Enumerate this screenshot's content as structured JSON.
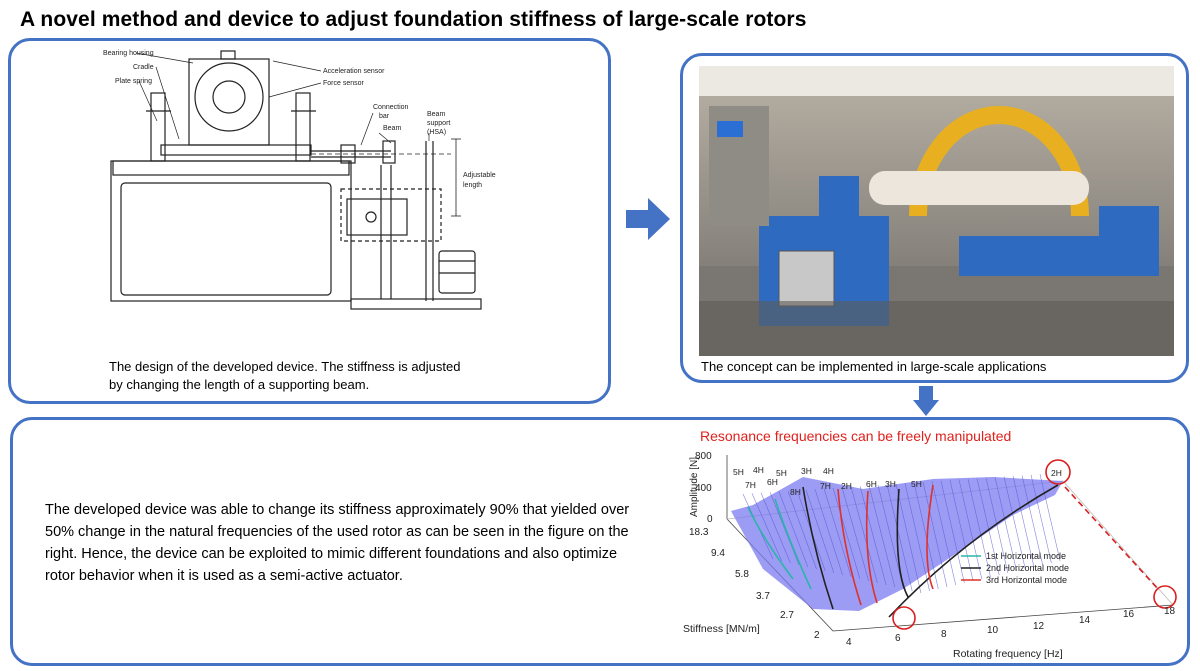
{
  "title": "A novel method and device to adjust foundation stiffness of large-scale rotors",
  "design_panel": {
    "labels": {
      "bearing_housing": "Bearing housing",
      "cradle": "Cradle",
      "plate_spring": "Plate spring",
      "acceleration_sensor": "Acceleration sensor",
      "force_sensor": "Force sensor",
      "connection_bar_1": "Connection",
      "connection_bar_2": "bar",
      "beam": "Beam",
      "beam_support_1": "Beam",
      "beam_support_2": "support",
      "beam_support_3": "(HSA)",
      "adjustable_length_1": "Adjustable",
      "adjustable_length_2": "length"
    },
    "caption_line1": "The design of the developed device. The stiffness is adjusted",
    "caption_line2": "by changing the length of a supporting beam."
  },
  "photo_panel": {
    "caption": "The concept can be implemented in large-scale applications"
  },
  "result_panel": {
    "text": "The developed device was able to change its stiffness approximately 90% that yielded over 50% change in the natural frequencies of the used rotor as can be seen in the figure on the right. Hence, the device can be exploited to mimic different foundations and also optimize rotor behavior when it is used as a semi-active actuator.",
    "chart_heading": "Resonance frequencies can be freely manipulated"
  },
  "chart_data": {
    "type": "surface",
    "title": "",
    "zlabel": "Amplitude [N]",
    "ylabel": "Stiffness [MN/m]",
    "xlabel": "Rotating frequency [Hz]",
    "z_ticks": [
      "800",
      "400",
      "0"
    ],
    "y_ticks": [
      "18.3",
      "9.4",
      "5.8",
      "3.7",
      "2.7",
      "2"
    ],
    "x_ticks": [
      "4",
      "6",
      "8",
      "10",
      "12",
      "14",
      "16",
      "18"
    ],
    "peak_labels": [
      "5H",
      "4H",
      "5H",
      "3H",
      "4H",
      "7H",
      "6H",
      "8H",
      "7H",
      "2H",
      "6H",
      "3H",
      "5H",
      "2H"
    ],
    "legend": [
      {
        "name": "1st Horizontal mode",
        "color": "#2ab5a8"
      },
      {
        "name": "2nd Horizontal mode",
        "color": "#222222"
      },
      {
        "name": "3rd Horizontal mode",
        "color": "#e0302a"
      }
    ],
    "legend_position": "right",
    "highlight_color": "#d91e1e",
    "surface_color": "#7b7bf0"
  },
  "colors": {
    "panel_border": "#4472c4",
    "arrow": "#4472c4",
    "heading_red": "#e0211c"
  }
}
